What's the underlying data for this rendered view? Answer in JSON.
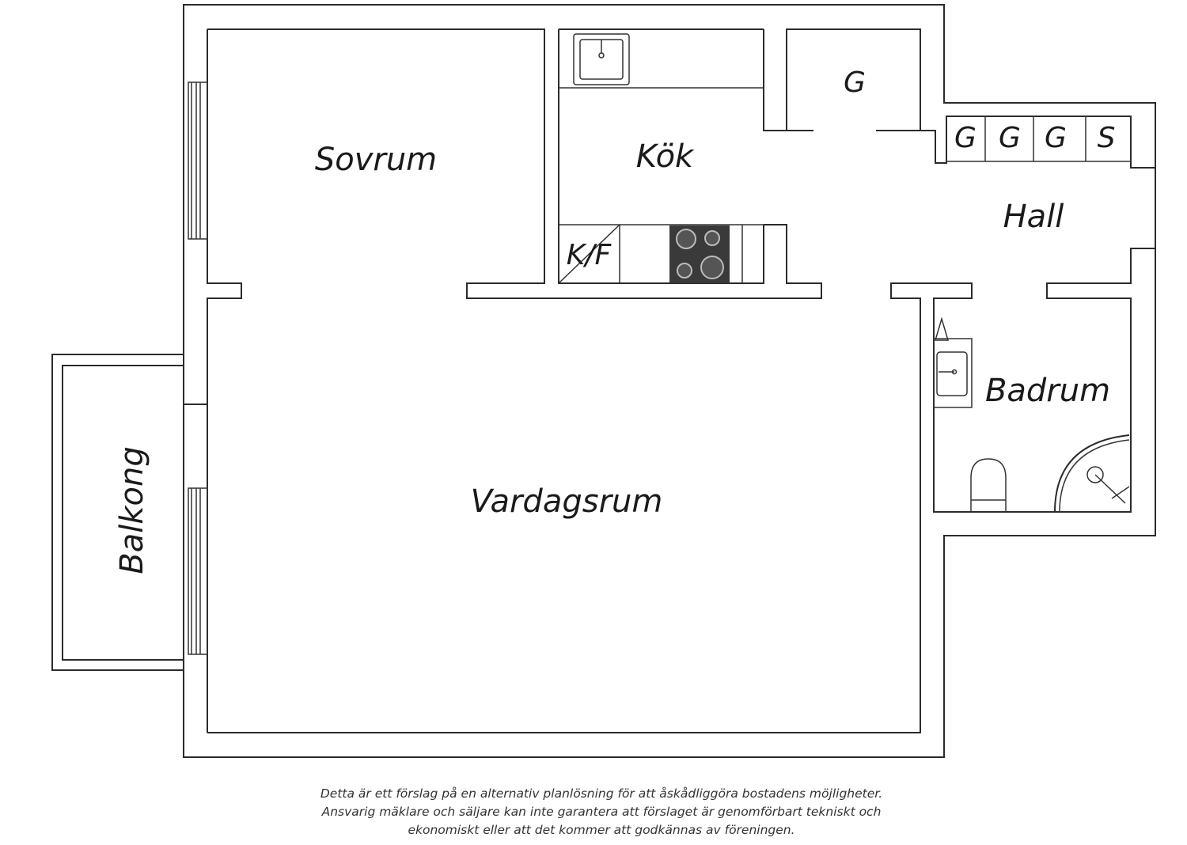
{
  "rooms": {
    "sovrum": "Sovrum",
    "kok": "Kök",
    "hall": "Hall",
    "badrum": "Badrum",
    "vardagsrum": "Vardagsrum",
    "balkong": "Balkong"
  },
  "fixtures": {
    "kf": "K/F",
    "wardrobe_g": "G",
    "hall_wardrobes": [
      "G",
      "G",
      "G",
      "S"
    ]
  },
  "disclaimer": [
    "Detta är ett förslag på en alternativ planlösning för att åskådliggöra bostadens möjligheter.",
    "Ansvarig mäklare och säljare kan inte garantera att förslaget är genomförbart tekniskt och",
    "ekonomiskt eller att det kommer att godkännas av föreningen."
  ],
  "colors": {
    "wall": "#2b2b2b",
    "stove": "#3a3a3a",
    "background": "#ffffff"
  }
}
